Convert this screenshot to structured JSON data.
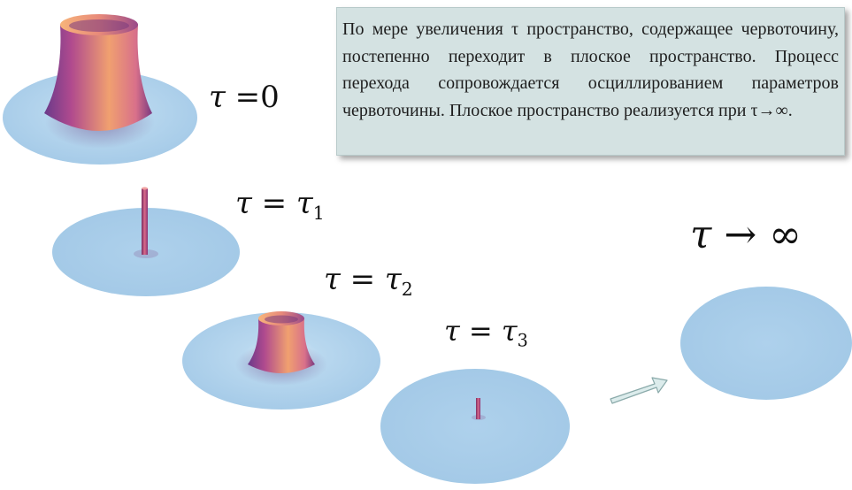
{
  "description_text": "По мере увеличения τ пространство, содержащее червоточину, постепенно переходит в плоское пространство. Процесс перехода сопровождается осциллированием параметров червоточины. Плоское пространство реализуется при τ→∞.",
  "stages": [
    {
      "label_symbol": "τ",
      "label_eq": " =",
      "label_value": "0",
      "label_sub": ""
    },
    {
      "label_symbol": "τ",
      "label_eq": " = ",
      "label_value": "τ",
      "label_sub": "1"
    },
    {
      "label_symbol": "τ",
      "label_eq": " = ",
      "label_value": "τ",
      "label_sub": "2"
    },
    {
      "label_symbol": "τ",
      "label_eq": " = ",
      "label_value": "τ",
      "label_sub": "3"
    }
  ],
  "final_stage": {
    "label_symbol": "τ",
    "label_arrow": " → ",
    "label_value": "∞"
  },
  "colors": {
    "disk_light": "#e4f0f8",
    "disk_base": "#a8cdea",
    "wormhole_orange": "#f4a070",
    "wormhole_magenta": "#b0408a",
    "wormhole_purple": "#50307a",
    "arrow_fill": "#dcecec",
    "arrow_stroke": "#8aaaaa"
  }
}
